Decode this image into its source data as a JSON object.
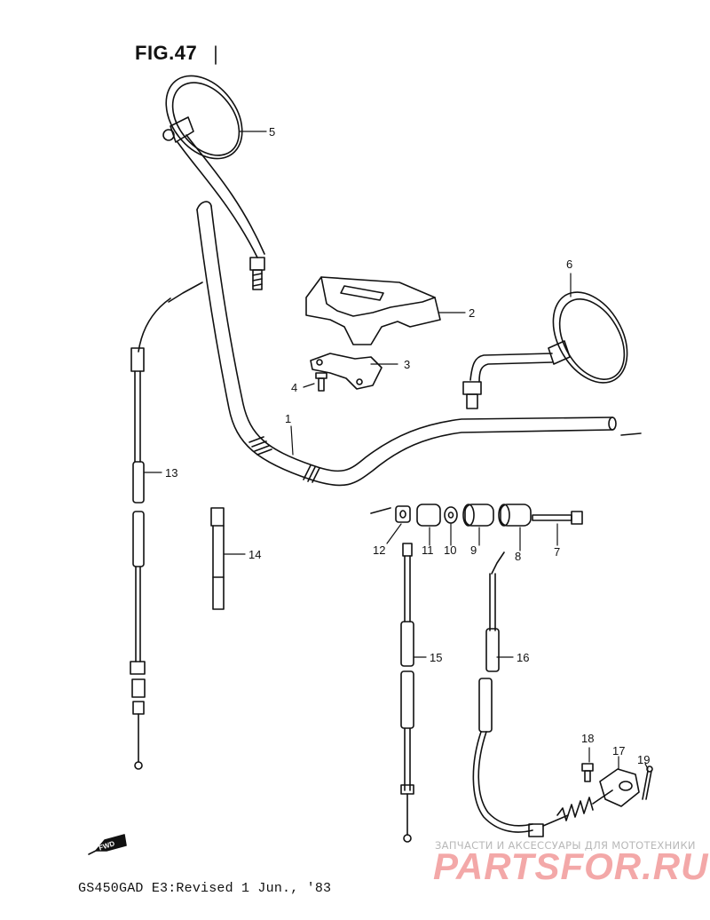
{
  "figure": {
    "title": "FIG.47"
  },
  "footer": {
    "text": "GS450GAD E3:Revised 1 Jun., '83"
  },
  "fwd_arrow": {
    "label": "FWD"
  },
  "watermark": {
    "tagline": "ЗАПЧАСТИ И АКСЕССУАРЫ ДЛЯ МОТОТЕХНИКИ",
    "logo": "PARTSFOR.RU"
  },
  "parts": [
    {
      "number": "1"
    },
    {
      "number": "2"
    },
    {
      "number": "3"
    },
    {
      "number": "4"
    },
    {
      "number": "5"
    },
    {
      "number": "6"
    },
    {
      "number": "7"
    },
    {
      "number": "8"
    },
    {
      "number": "9"
    },
    {
      "number": "10"
    },
    {
      "number": "11"
    },
    {
      "number": "12"
    },
    {
      "number": "13"
    },
    {
      "number": "14"
    },
    {
      "number": "15"
    },
    {
      "number": "16"
    },
    {
      "number": "17"
    },
    {
      "number": "18"
    },
    {
      "number": "19"
    }
  ]
}
